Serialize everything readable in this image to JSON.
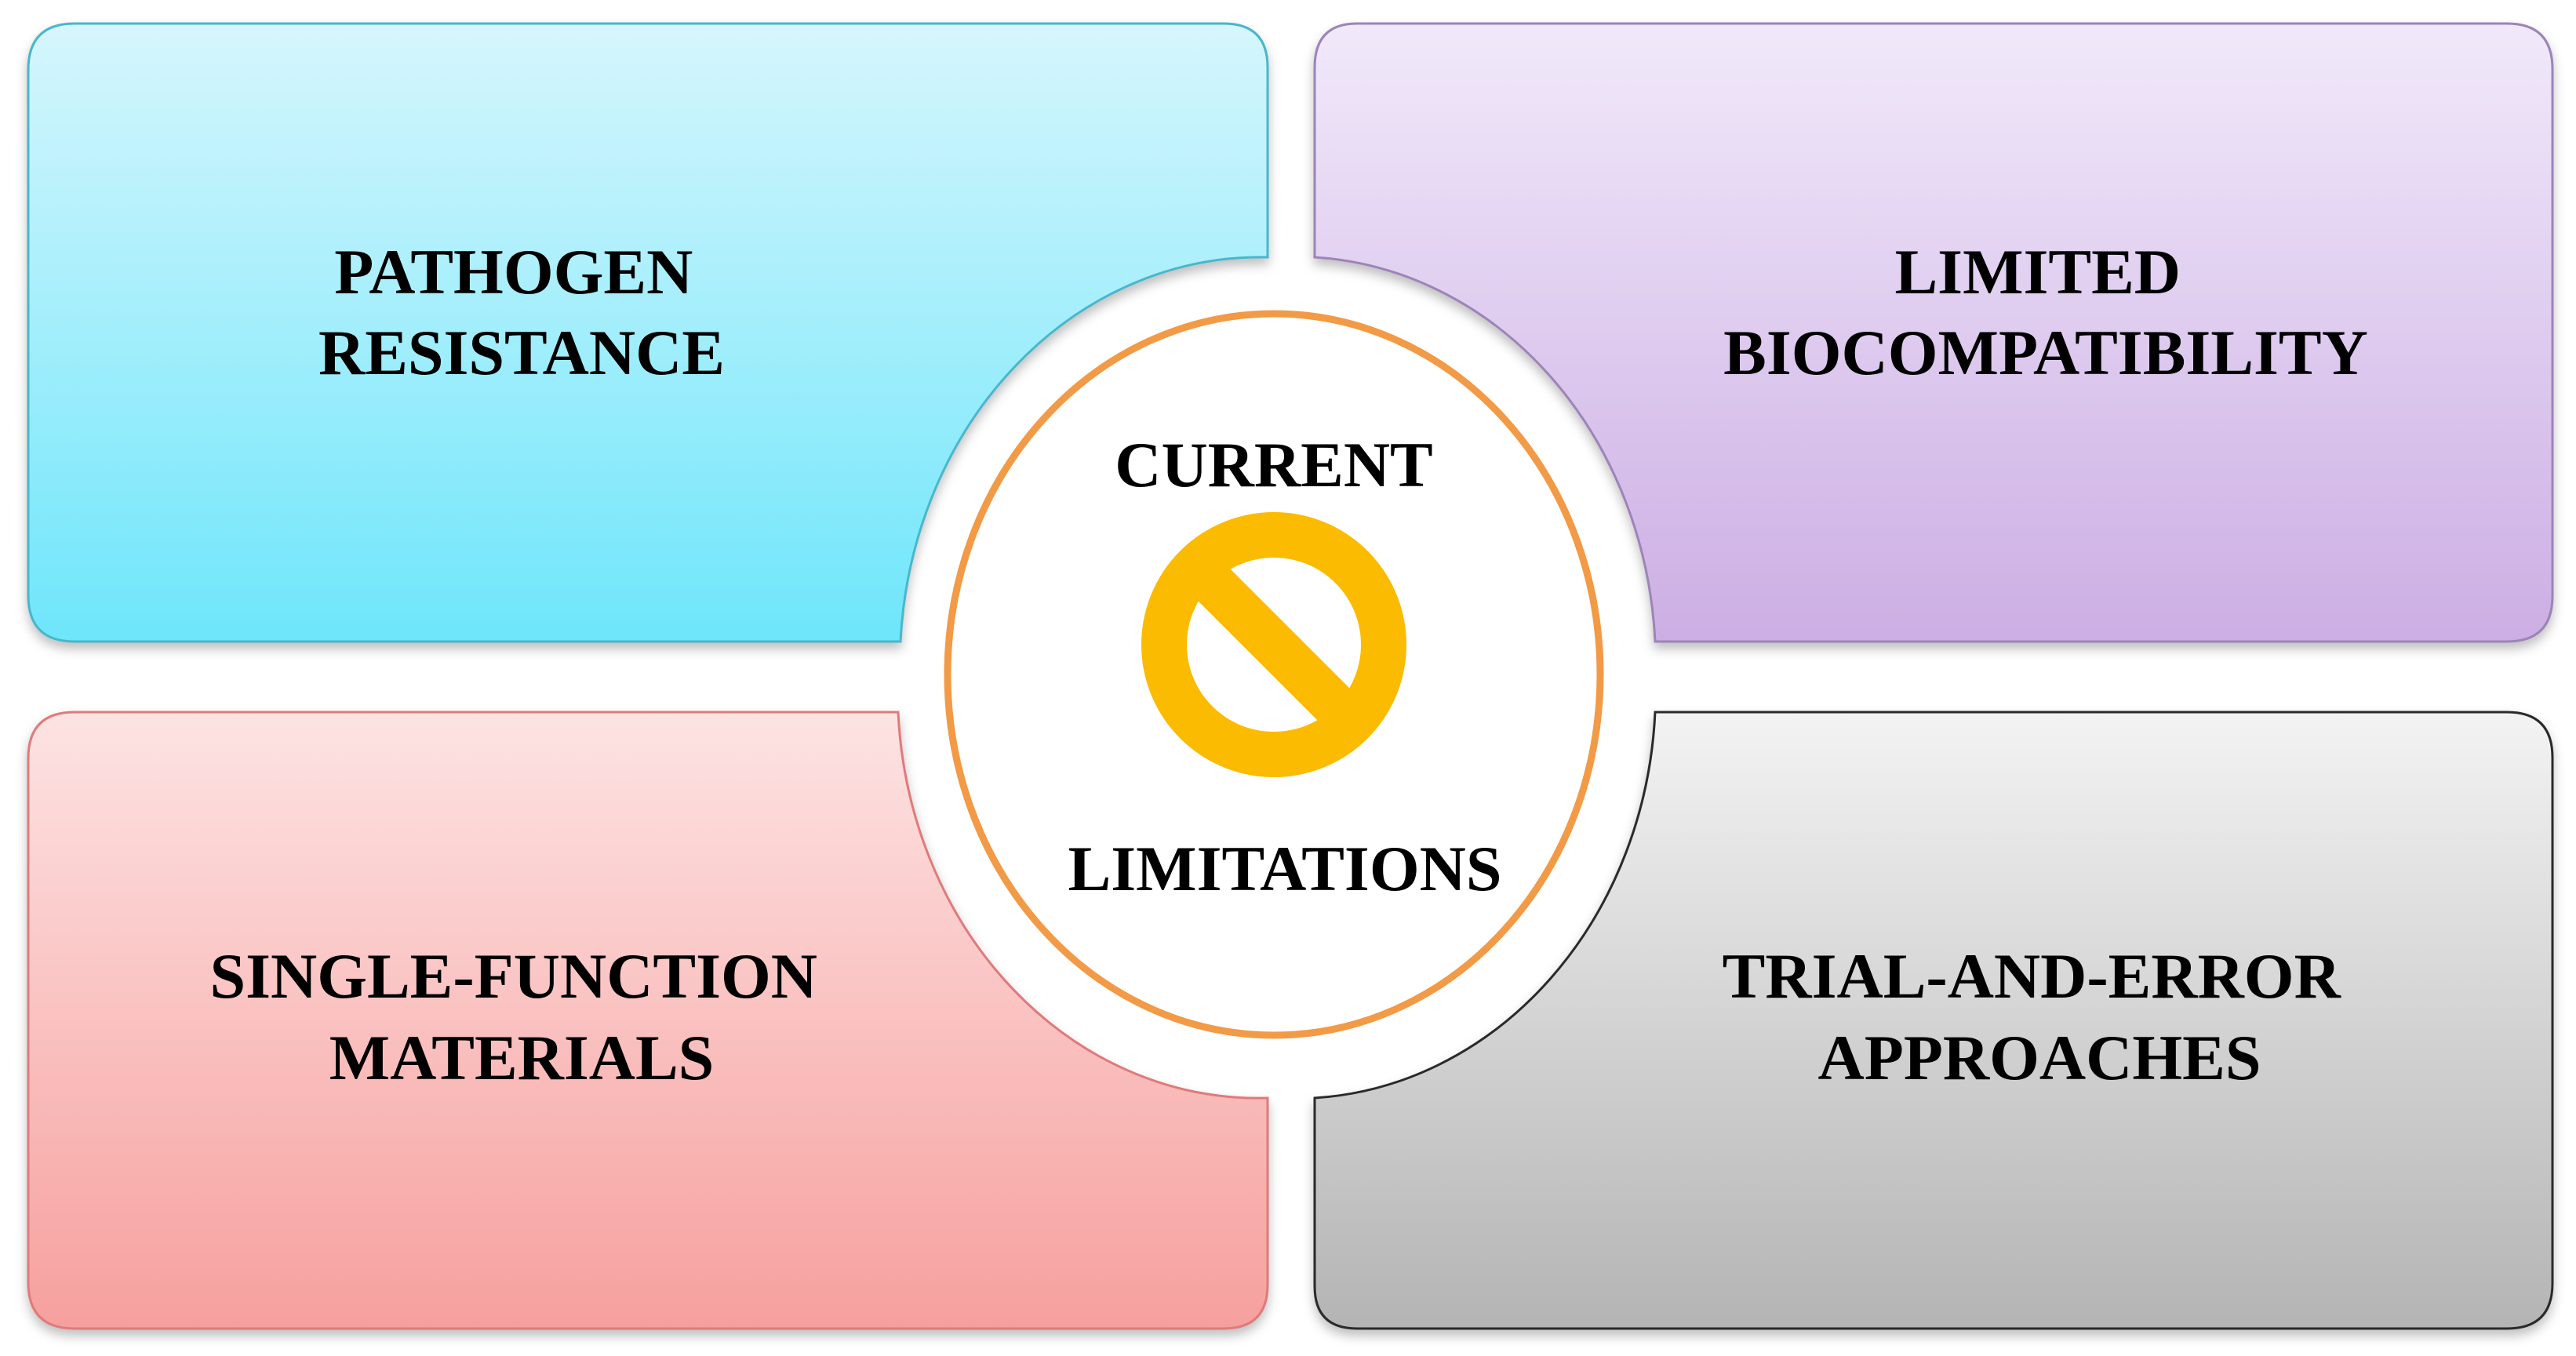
{
  "quadrants": [
    {
      "id": "top-left",
      "lines": [
        "PATHOGEN",
        "RESISTANCE"
      ],
      "gradient_top": "#d6f6fc",
      "gradient_bottom": "#6ee6fb",
      "stroke": "#4ab6cc"
    },
    {
      "id": "top-right",
      "lines": [
        "LIMITED",
        "BIOCOMPATIBILITY"
      ],
      "gradient_top": "#f1e9fa",
      "gradient_bottom": "#ccaee4",
      "stroke": "#9c84b8"
    },
    {
      "id": "bottom-left",
      "lines": [
        "SINGLE-FUNCTION",
        "MATERIALS"
      ],
      "gradient_top": "#fde3e3",
      "gradient_bottom": "#f6a09e",
      "stroke": "#e07a7a"
    },
    {
      "id": "bottom-right",
      "lines": [
        "TRIAL-AND-ERROR",
        "APPROACHES"
      ],
      "gradient_top": "#f3f3f3",
      "gradient_bottom": "#b4b4b4",
      "stroke": "#2b2b2b"
    }
  ],
  "center": {
    "top_label": "CURRENT",
    "bottom_label": "LIMITATIONS",
    "ring_color": "#f29a45",
    "icon": "prohibited-icon",
    "icon_color": "#fbbb00"
  }
}
